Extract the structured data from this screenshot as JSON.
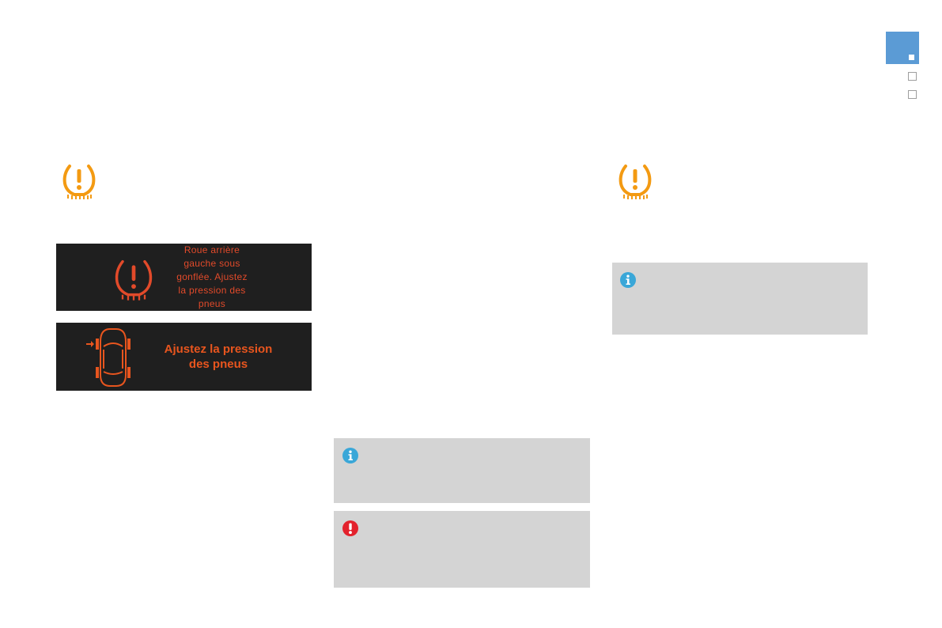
{
  "navigation": {
    "markers": [
      "current-page",
      "page-2",
      "page-3"
    ]
  },
  "left_column": {
    "warning_icon": "tyre-pressure-warning-icon",
    "screen1": {
      "icon": "tyre-pressure-warning-icon",
      "message": "Roue arrière\ngauche sous\ngonflée. Ajustez\nla pression des\npneus"
    },
    "screen2": {
      "icon": "car-top-view-icon",
      "message": "Ajustez la pression\ndes pneus"
    }
  },
  "middle_column": {
    "info_note_icon": "info-icon",
    "warning_note_icon": "exclamation-icon"
  },
  "right_column": {
    "warning_icon": "tyre-pressure-warning-icon",
    "info_note_icon": "info-icon"
  },
  "colors": {
    "accent_orange": "#f39a12",
    "screen_red": "#e24a2a",
    "info_blue": "#3aa7d8",
    "alert_red": "#e3222d",
    "nav_blue": "#5b9bd5",
    "note_grey": "#d4d4d4"
  }
}
